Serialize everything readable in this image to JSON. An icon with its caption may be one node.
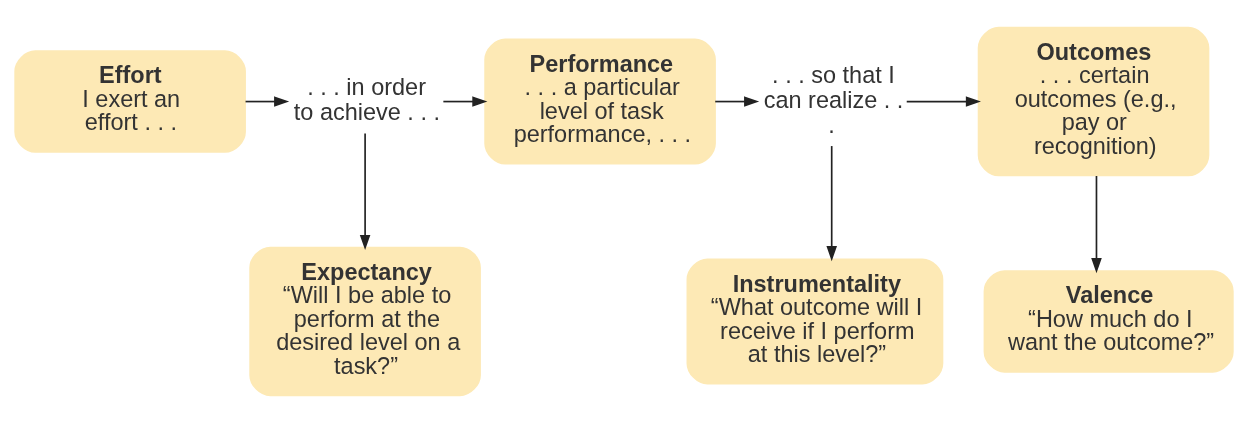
{
  "diagram": {
    "nodes": [
      {
        "text": [
          "Effort",
          "I exert an effort . . ."
        ]
      },
      {
        "text": [
          ". . . in order to achieve . . ."
        ]
      },
      {
        "text": [
          "Performance",
          ". . . a particular level of task performance, . . ."
        ]
      },
      {
        "text": [
          ". . . so that I can realize . . ."
        ]
      },
      {
        "text": [
          "Outcomes",
          ". . . certain outcomes (e.g., pay or recognition)"
        ]
      },
      {
        "text": [
          "Expectancy",
          "“Will I be able to perform at the desired level on a task?”"
        ]
      },
      {
        "text": [
          "Instrumentality",
          "“What outcome will I receive if I perform at this level?”"
        ]
      },
      {
        "text": [
          "Valence",
          "“How much do I want the outcome?”"
        ]
      }
    ],
    "edges": [
      {
        "from": 0,
        "to": 1,
        "arrow": "to"
      },
      {
        "from": 1,
        "to": 2,
        "arrow": "to"
      },
      {
        "from": 2,
        "to": 3,
        "arrow": "to"
      },
      {
        "from": 3,
        "to": 4,
        "arrow": "to"
      },
      {
        "from": 1,
        "to": 5,
        "arrow": "to"
      },
      {
        "from": 3,
        "to": 6,
        "arrow": "to"
      },
      {
        "from": 4,
        "to": 7,
        "arrow": "to"
      }
    ]
  }
}
